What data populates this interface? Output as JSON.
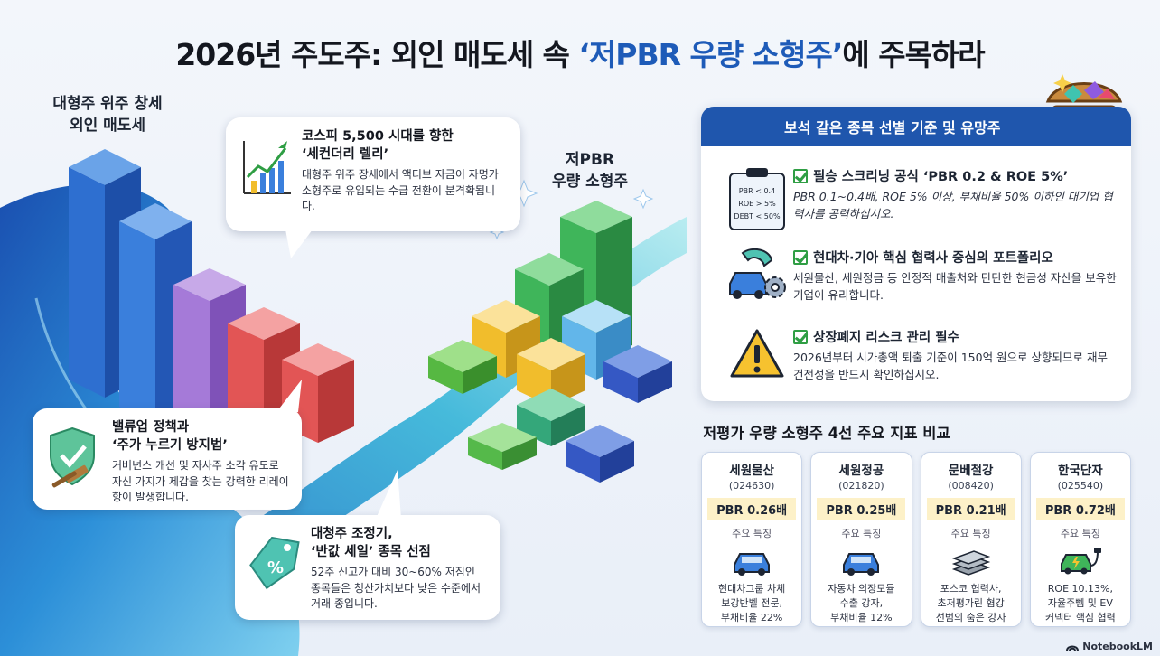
{
  "title": {
    "part1": "2026년 주도주: 외인 매도세 속 ",
    "accent": "‘저PBR 우량 소형주’",
    "part2": "에 주목하라"
  },
  "left_label": {
    "line1": "대형주 위주 창세",
    "line2": "외인 매도세"
  },
  "center_label": {
    "line1": "저PBR",
    "line2": "우량 소형주"
  },
  "bubbles": {
    "secondary_rally": {
      "title_line1": "코스피 5,500 시대를 향한",
      "title_line2": "‘세컨더리 렐리’",
      "text": "대형주 위주 장세에서 액티브 자금이 자명가 소형주로 유입되는 수급 전환이 분격확됩니다."
    },
    "valueup": {
      "title_line1": "밸류업 정책과",
      "title_line2": "‘주가 누르기 방지법’",
      "text": "거버넌스 개선 및 자사주 소각 유도로 자신 가지가 제갑을 찾는 강력한 리레이항이 발생합니다."
    },
    "correction": {
      "title_line1": "대청주 조정기,",
      "title_line2": "‘반값 세일’ 종목 선점",
      "text": "52주 신고가 대비 30~60% 저짐인 종목들은 청산가치보다 낮은 수준에서 거래 종입니다."
    }
  },
  "panel": {
    "header": "보석 같은 종목 선별 기준 및 유망주",
    "criteria": [
      {
        "title": "필승 스크리닝 공식 ‘PBR 0.2 & ROE 5%’",
        "body": "PBR 0.1~0.4배, ROE 5% 이상, 부채비율 50% 이하인 대기업 협력사를 공력하십시오.",
        "icon": "clipboard-icon",
        "clip_lines": [
          "PBR < 0.4",
          "ROE > 5%",
          "DEBT < 50%"
        ]
      },
      {
        "title": "현대차·기아 핵심 협력사 중심의 포트폴리오",
        "body": "세원물산, 세원정금 등 안정적 매출처와 탄탄한 현금성 자산을 보유한 기업이 유리합니다.",
        "icon": "car-gear-icon"
      },
      {
        "title": "상장폐지 리스크 관리 필수",
        "body": "2026년부터 시가총액 퇴출 기준이 150억 원으로 상향되므로 재무 건전성을 반드시 확인하십시오.",
        "icon": "warning-icon"
      }
    ]
  },
  "comparison": {
    "title": "저평가 우량 소형주 4선 주요 지표 비교",
    "feature_label": "주요 특징",
    "cards": [
      {
        "name": "세원물산",
        "code": "(024630)",
        "pbr": "PBR 0.26배",
        "icon": "car-icon",
        "desc": [
          "현대차그룹 차체",
          "보강반벨 전문,",
          "부채비율 22%"
        ]
      },
      {
        "name": "세원정공",
        "code": "(021820)",
        "pbr": "PBR 0.25배",
        "icon": "car-icon",
        "desc": [
          "자동차 의장모듈",
          "수출 강자,",
          "부채비율 12%"
        ]
      },
      {
        "name": "문베철강",
        "code": "(008420)",
        "pbr": "PBR 0.21배",
        "icon": "steel-sheets-icon",
        "desc": [
          "포스코 협력사,",
          "초저평가린 혐강",
          "선범의 숨은 강자"
        ]
      },
      {
        "name": "한국단자",
        "code": "(025540)",
        "pbr": "PBR 0.72배",
        "icon": "ev-charger-icon",
        "desc": [
          "ROE 10.13%,",
          "자율주뻼 및 EV",
          "커넥터 핵심 협력"
        ]
      }
    ]
  },
  "footer": "NotebookLM",
  "colors": {
    "accent": "#1e5bb8",
    "panel_header": "#1f56ad",
    "pbr_highlight": "#fdf1c8",
    "check_green": "#2f9e44"
  }
}
